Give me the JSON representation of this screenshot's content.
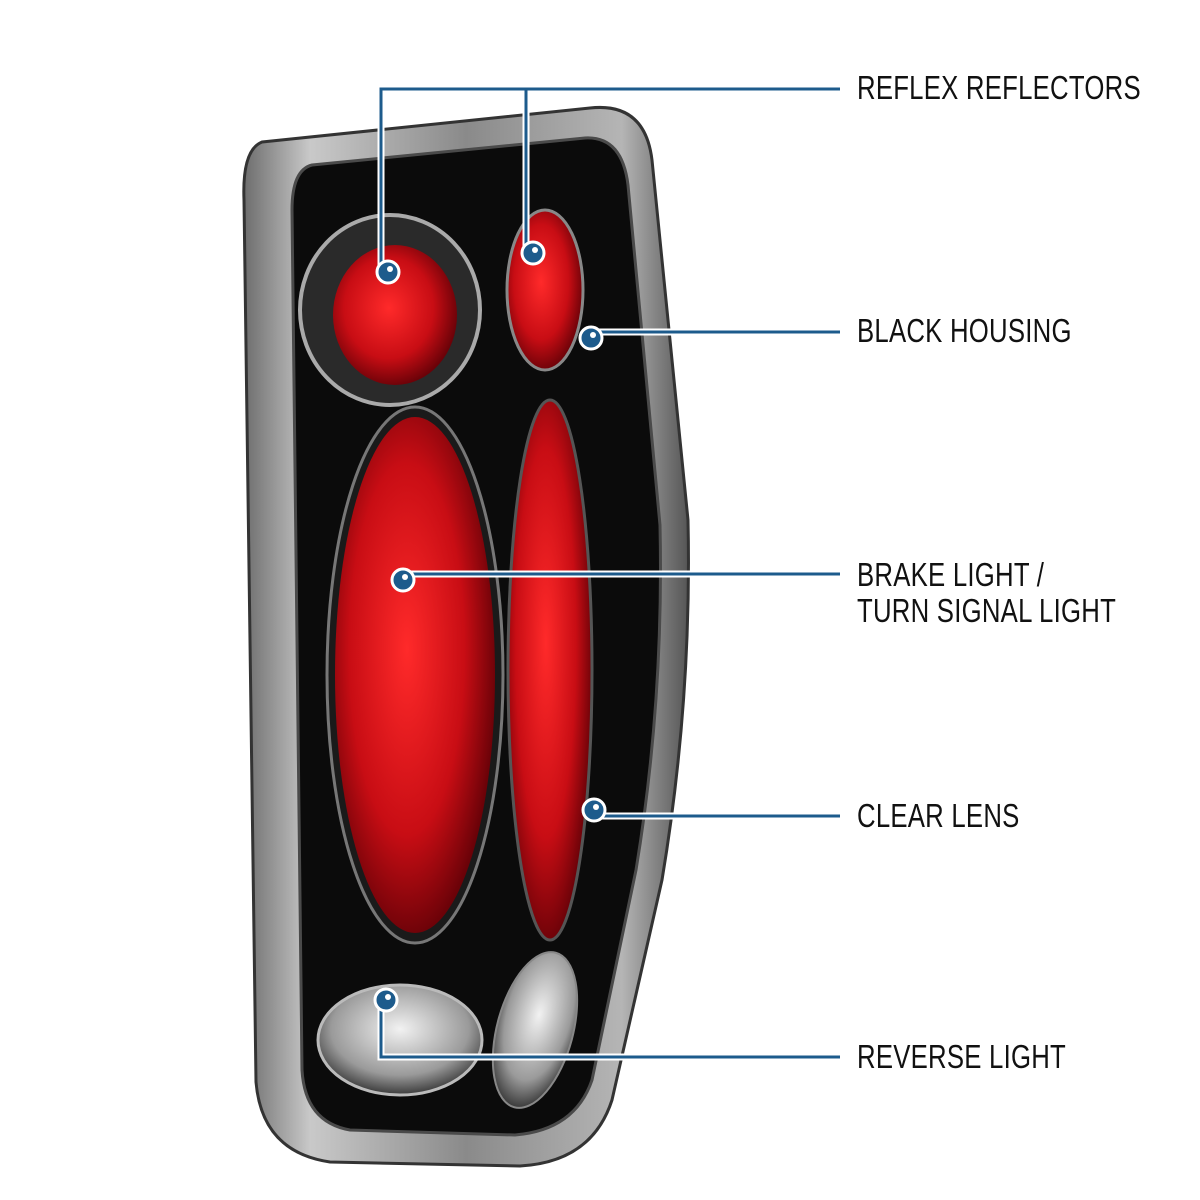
{
  "callouts": [
    {
      "id": "reflex-reflectors",
      "label": "REFLEX REFLECTORS"
    },
    {
      "id": "black-housing",
      "label": "BLACK HOUSING"
    },
    {
      "id": "brake-light",
      "label_line1": "BRAKE LIGHT /",
      "label_line2": "TURN SIGNAL LIGHT"
    },
    {
      "id": "clear-lens",
      "label": "CLEAR LENS"
    },
    {
      "id": "reverse-light",
      "label": "REVERSE LIGHT"
    }
  ],
  "colors": {
    "callout": "#1d5b8c",
    "lens_red": "#d8101a",
    "housing": "#0b0b0b",
    "chrome": "#9c9c9c"
  }
}
